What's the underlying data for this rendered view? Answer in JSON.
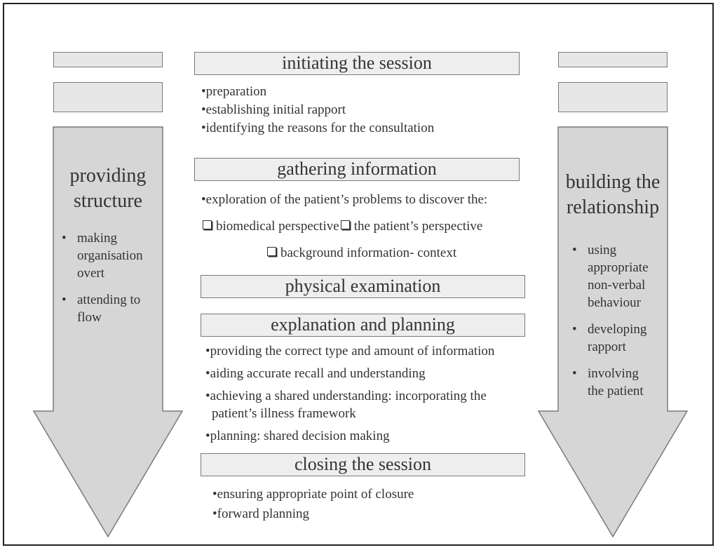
{
  "colors": {
    "fill": "#d6d6d6",
    "stroke": "#7a7a7a",
    "text": "#333333"
  },
  "left": {
    "title_line1": "providing",
    "title_line2": "structure",
    "bullets": [
      {
        "line1": "making",
        "line2": "organisation",
        "line3": "overt"
      },
      {
        "line1": "attending to",
        "line2": "flow"
      }
    ]
  },
  "right": {
    "title_line1": "building the",
    "title_line2": "relationship",
    "bullets": [
      {
        "line1": "using",
        "line2": "appropriate",
        "line3": "non-verbal",
        "line4": "behaviour"
      },
      {
        "line1": "developing",
        "line2": "rapport"
      },
      {
        "line1": "involving",
        "line2": "the patient"
      }
    ]
  },
  "initiating": {
    "title": "initiating the session",
    "items": [
      "•preparation",
      "•establishing initial rapport",
      "•identifying the reasons for the consultation"
    ]
  },
  "gathering": {
    "title": "gathering information",
    "intro": "•exploration of the patient’s problems to discover the:",
    "cb1": "biomedical perspective",
    "cb2": "the patient’s perspective",
    "cb3": "background information- context"
  },
  "physical": {
    "title": "physical examination"
  },
  "explanation": {
    "title": "explanation and planning",
    "items": [
      "•providing the correct type and amount of information",
      "•aiding accurate recall and understanding",
      "•achieving a shared understanding: incorporating the",
      "patient’s illness framework",
      "•planning: shared decision making"
    ]
  },
  "closing": {
    "title": "closing the session",
    "items": [
      "•ensuring appropriate point of closure",
      "•forward planning"
    ]
  }
}
